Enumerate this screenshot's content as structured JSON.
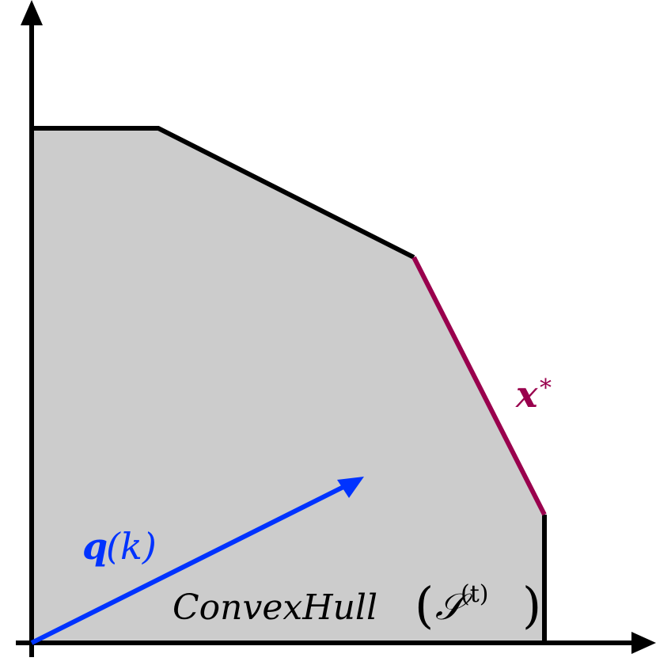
{
  "diagram": {
    "colors": {
      "background": "#ffffff",
      "axis": "#000000",
      "hull_fill": "#cccccc",
      "hull_edge": "#000000",
      "optimal_edge": "#99004d",
      "vector": "#0033ff",
      "label": "#000000"
    },
    "labels": {
      "optimal": "x",
      "optimal_sup": "*",
      "vector_main": "q",
      "vector_arg": "(k)",
      "hull_name": "ConvexHull",
      "set_symbol": "𝒮",
      "set_sup": "(t)"
    }
  }
}
